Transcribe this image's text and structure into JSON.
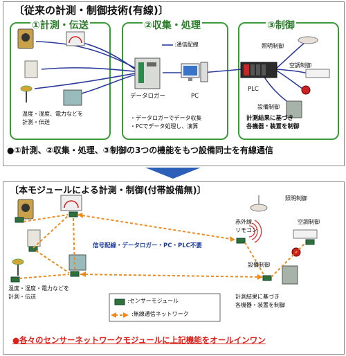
{
  "top": {
    "title": "〔従来の計測・制御技術(有線)〕",
    "sections": [
      {
        "label": "①計測・伝送"
      },
      {
        "label": "②収集・処理"
      },
      {
        "label": "③制御"
      }
    ],
    "legend_wire": ":通信配線",
    "datalogger": "データロガー",
    "pc": "PC",
    "plc": "PLC",
    "lighting": "照明制御",
    "aircon": "空調制御",
    "equipment": "設備制御",
    "measure_note": [
      "温度・湿度、電力などを",
      "計測・伝送"
    ],
    "process_note": [
      "・データロガーでデータ収集",
      "・PCでデータ処理し、演算"
    ],
    "control_note": [
      "計測結果に基づき",
      "各機器・装置を制御"
    ],
    "bullet": "●①計測、②収集・処理、③制御の3つの機能をもつ設備同士を有線通信"
  },
  "bottom": {
    "title": "〔本モジュールによる計測・制御(付帯設備無)〕",
    "lighting": "照明制御",
    "ir_remote": [
      "赤外線",
      "リモコン"
    ],
    "aircon": "空調制御",
    "equipment": "設備制御",
    "center_note": "信号配線・データロガー・PC・PLC不要",
    "measure_note": [
      "温度・湿度・電力などを",
      "計測・伝送"
    ],
    "control_note": [
      "計測結果に基づき",
      "各機器・装置を制御"
    ],
    "legend_module": ":センサーモジュール",
    "legend_wireless": ":無線通信ネットワーク",
    "bullet": "●各々のセンサーネットワークモジュールに上記機能をオールインワン"
  },
  "colors": {
    "green": "#3c9a3c",
    "wire": "#2b3a9a",
    "wireless": "#f08a1c",
    "bullet_red": "#e0201a"
  }
}
